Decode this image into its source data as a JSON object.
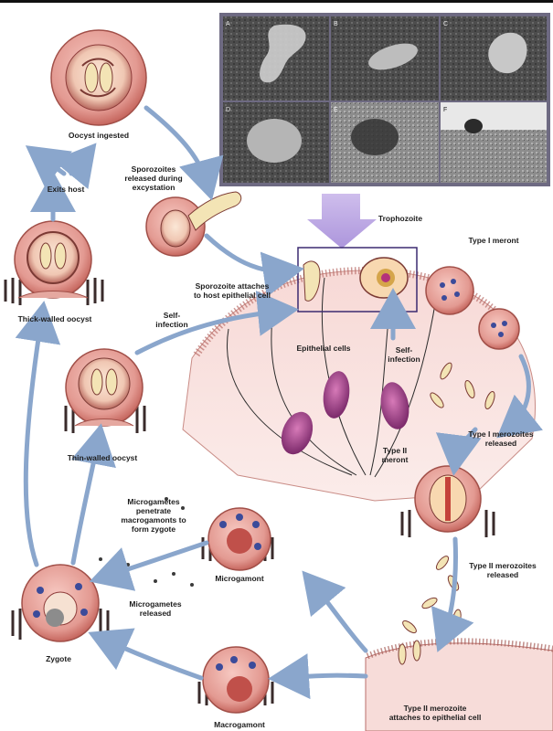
{
  "micrograph_panel_letters": [
    "A",
    "B",
    "C",
    "D",
    "E",
    "F"
  ],
  "labels": {
    "oocyst_ingested": "Oocyst ingested",
    "exits_host": "Exits host",
    "sporozoites_released_1": "Sporozoites",
    "sporozoites_released_2": "released during",
    "sporozoites_released_3": "excystation",
    "thick_walled_oocyst": "Thick-walled oocyst",
    "self_infection_left_1": "Self-",
    "self_infection_left_2": "infection",
    "sporozoite_attaches_1": "Sporozoite attaches",
    "sporozoite_attaches_2": "to host epithelial cell",
    "trophozoite": "Trophozoite",
    "type1_meront": "Type I meront",
    "epithelial_cells": "Epithelial cells",
    "self_infection_mid_1": "Self-",
    "self_infection_mid_2": "infection",
    "thin_walled_oocyst": "Thin-walled oocyst",
    "type1_merozoites_1": "Type I merozoites",
    "type1_merozoites_2": "released",
    "type2_meront_1": "Type II",
    "type2_meront_2": "meront",
    "microgametes_penetrate_1": "Microgametes",
    "microgametes_penetrate_2": "penetrate",
    "microgametes_penetrate_3": "macrogamonts to",
    "microgametes_penetrate_4": "form zygote",
    "type2_merozoites_1": "Type II merozoites",
    "type2_merozoites_2": "released",
    "microgamont": "Microgamont",
    "microgametes_released_1": "Microgametes",
    "microgametes_released_2": "released",
    "zygote": "Zygote",
    "type2_merozoite_attaches_1": "Type II merozoite",
    "type2_merozoite_attaches_2": "attaches to epithelial cell",
    "macrogamont": "Macrogamont"
  }
}
